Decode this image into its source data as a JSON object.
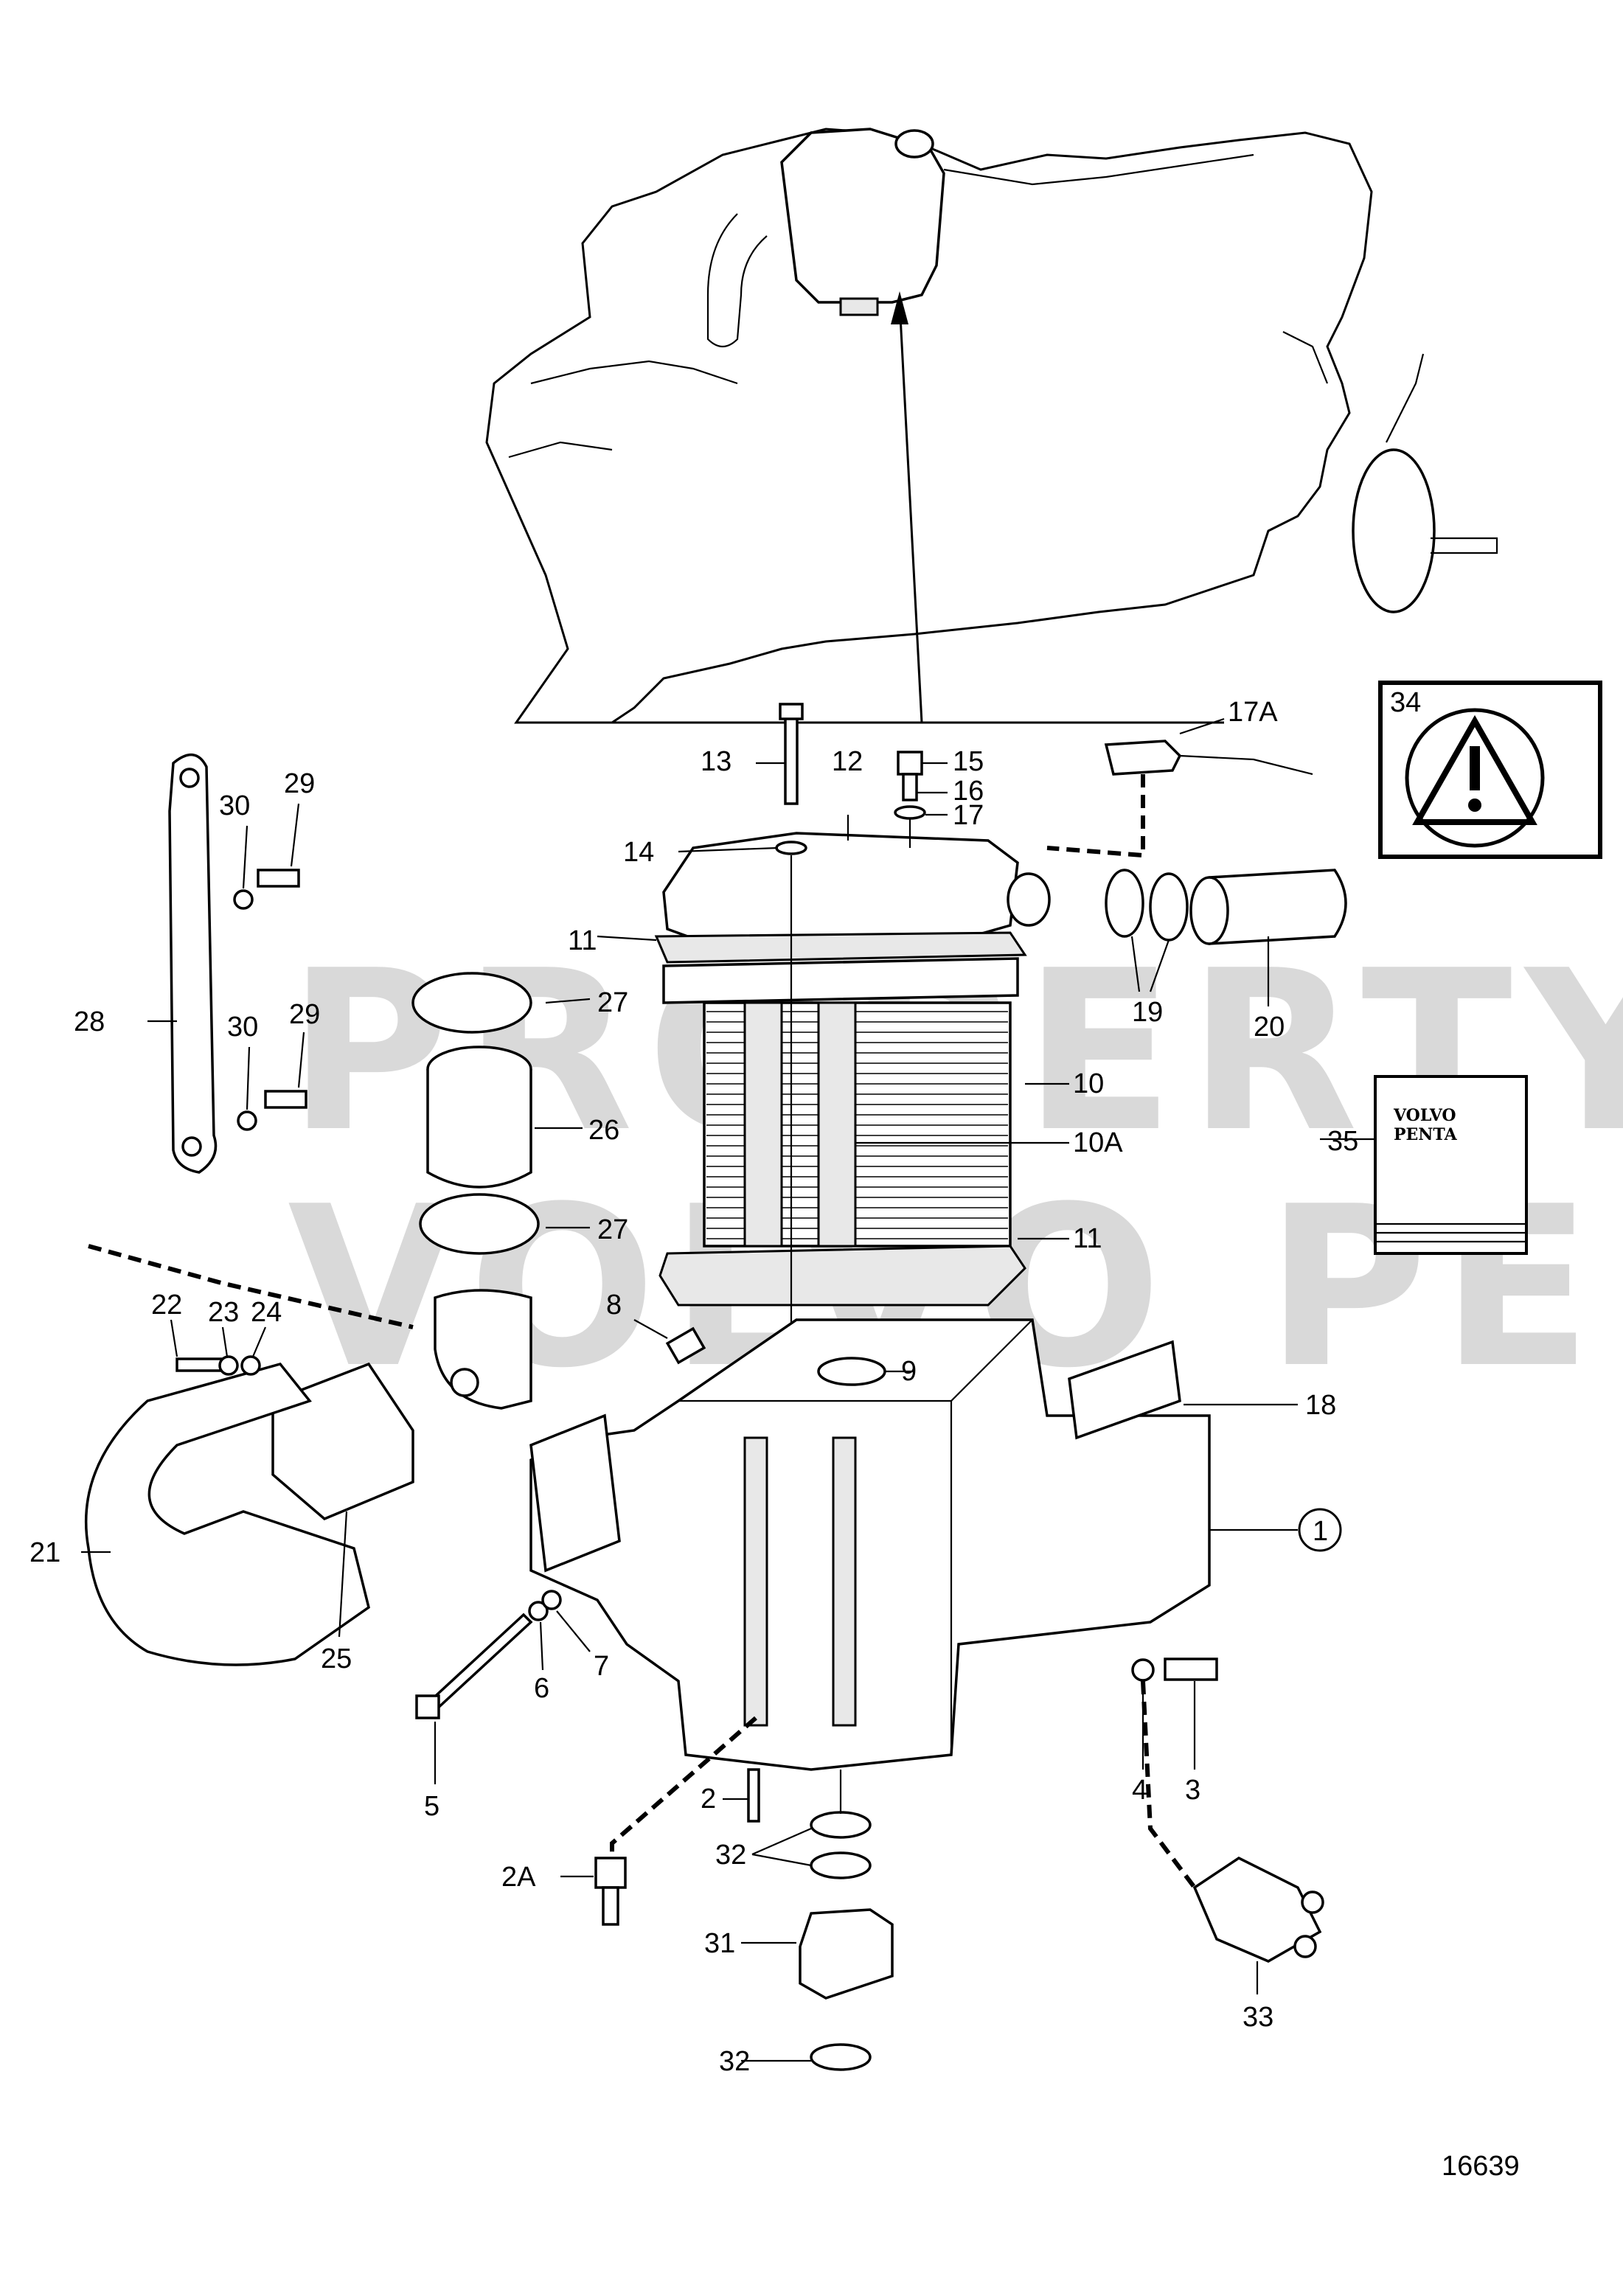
{
  "drawing_number": "16639",
  "watermark": {
    "line1": "PROPERTY OF",
    "line2": "VOLVO PENTA"
  },
  "manual_label": {
    "line1": "VOLVO",
    "line2": "PENTA"
  },
  "callouts": {
    "c1": "1",
    "c2": "2",
    "c2A": "2A",
    "c3": "3",
    "c4": "4",
    "c5": "5",
    "c6": "6",
    "c7": "7",
    "c8": "8",
    "c9": "9",
    "c10": "10",
    "c10A": "10A",
    "c11a": "11",
    "c11b": "11",
    "c12": "12",
    "c13": "13",
    "c14": "14",
    "c15": "15",
    "c16": "16",
    "c17": "17",
    "c17A": "17A",
    "c18": "18",
    "c19": "19",
    "c20": "20",
    "c21": "21",
    "c22": "22",
    "c23": "23",
    "c24": "24",
    "c25": "25",
    "c26": "26",
    "c27a": "27",
    "c27b": "27",
    "c28": "28",
    "c29a": "29",
    "c29b": "29",
    "c30a": "30",
    "c30b": "30",
    "c31": "31",
    "c32a": "32",
    "c32b": "32",
    "c33": "33",
    "c34": "34",
    "c35": "35"
  }
}
